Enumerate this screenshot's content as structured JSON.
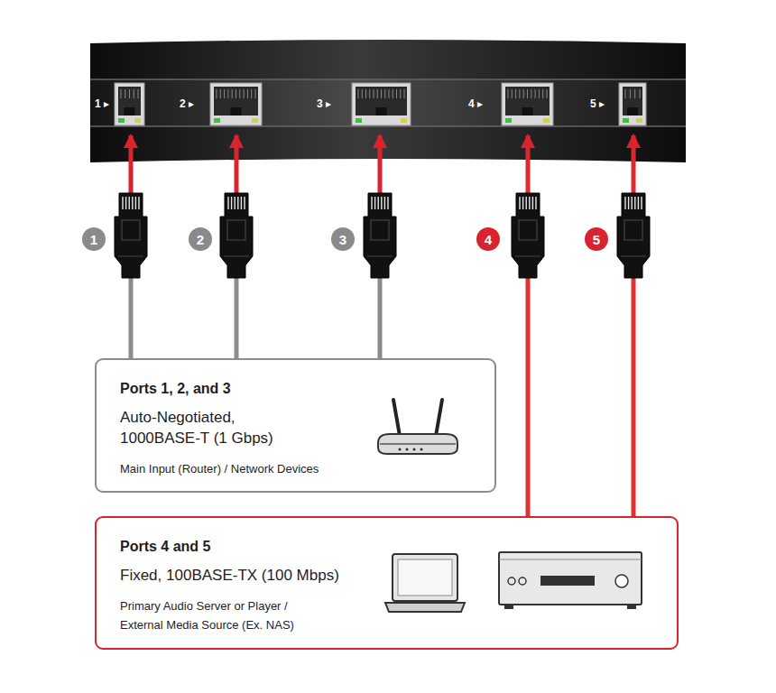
{
  "diagram": {
    "nodes": [
      {
        "text": [
          "1 ▸",
          "2 ▸",
          "3 ▸",
          "4 ▸",
          "5 ▸"
        ]
      },
      {
        "text": [
          "1"
        ]
      },
      {
        "text": [
          "2"
        ]
      },
      {
        "text": [
          "3"
        ]
      },
      {
        "text": [
          "4"
        ]
      },
      {
        "text": [
          "5"
        ]
      },
      {
        "text": [
          "Ports 1, 2, and 3",
          "Auto-Negotiated, 1000BASE-T (1 Gbps)",
          "Main Input (Router) / Network Devices"
        ]
      },
      {
        "text": [
          "Ports 4 and 5",
          "Fixed, 100BASE-TX (100 Mbps)",
          "Primary Audio Server or Player / External Media Source (Ex. NAS)"
        ]
      }
    ],
    "edges": [
      {
        "from": 6,
        "to": 0,
        "arrow": "to"
      },
      {
        "from": 6,
        "to": 0,
        "arrow": "to"
      },
      {
        "from": 6,
        "to": 0,
        "arrow": "to"
      },
      {
        "from": 7,
        "to": 0,
        "arrow": "to"
      },
      {
        "from": 7,
        "to": 0,
        "arrow": "to"
      }
    ]
  }
}
